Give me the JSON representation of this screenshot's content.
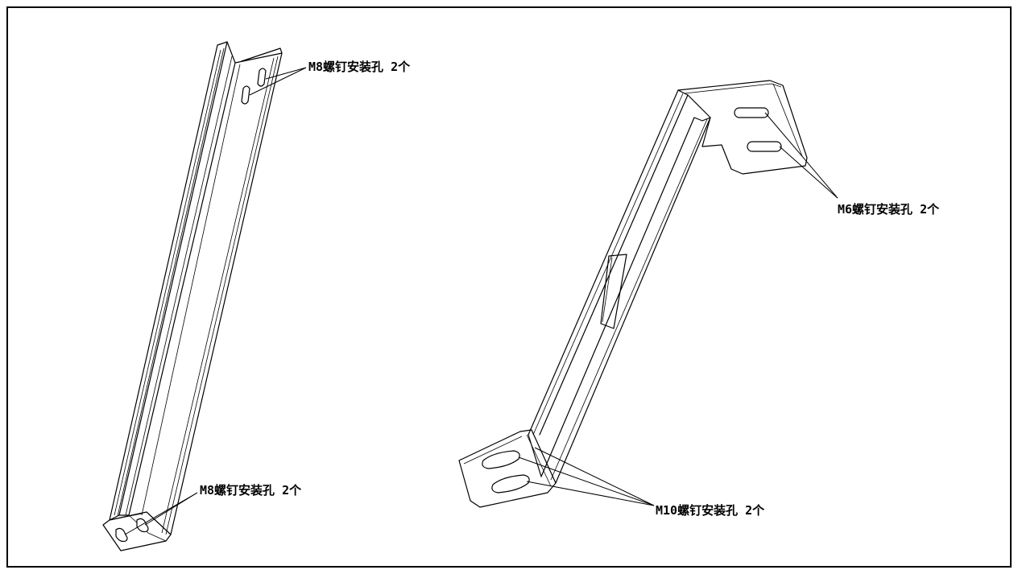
{
  "labels": {
    "left_top": "M8螺钉安装孔 2个",
    "left_bottom": "M8螺钉安装孔 2个",
    "right_top": "M6螺钉安装孔 2个",
    "right_bottom": "M10螺钉安装孔 2个"
  }
}
